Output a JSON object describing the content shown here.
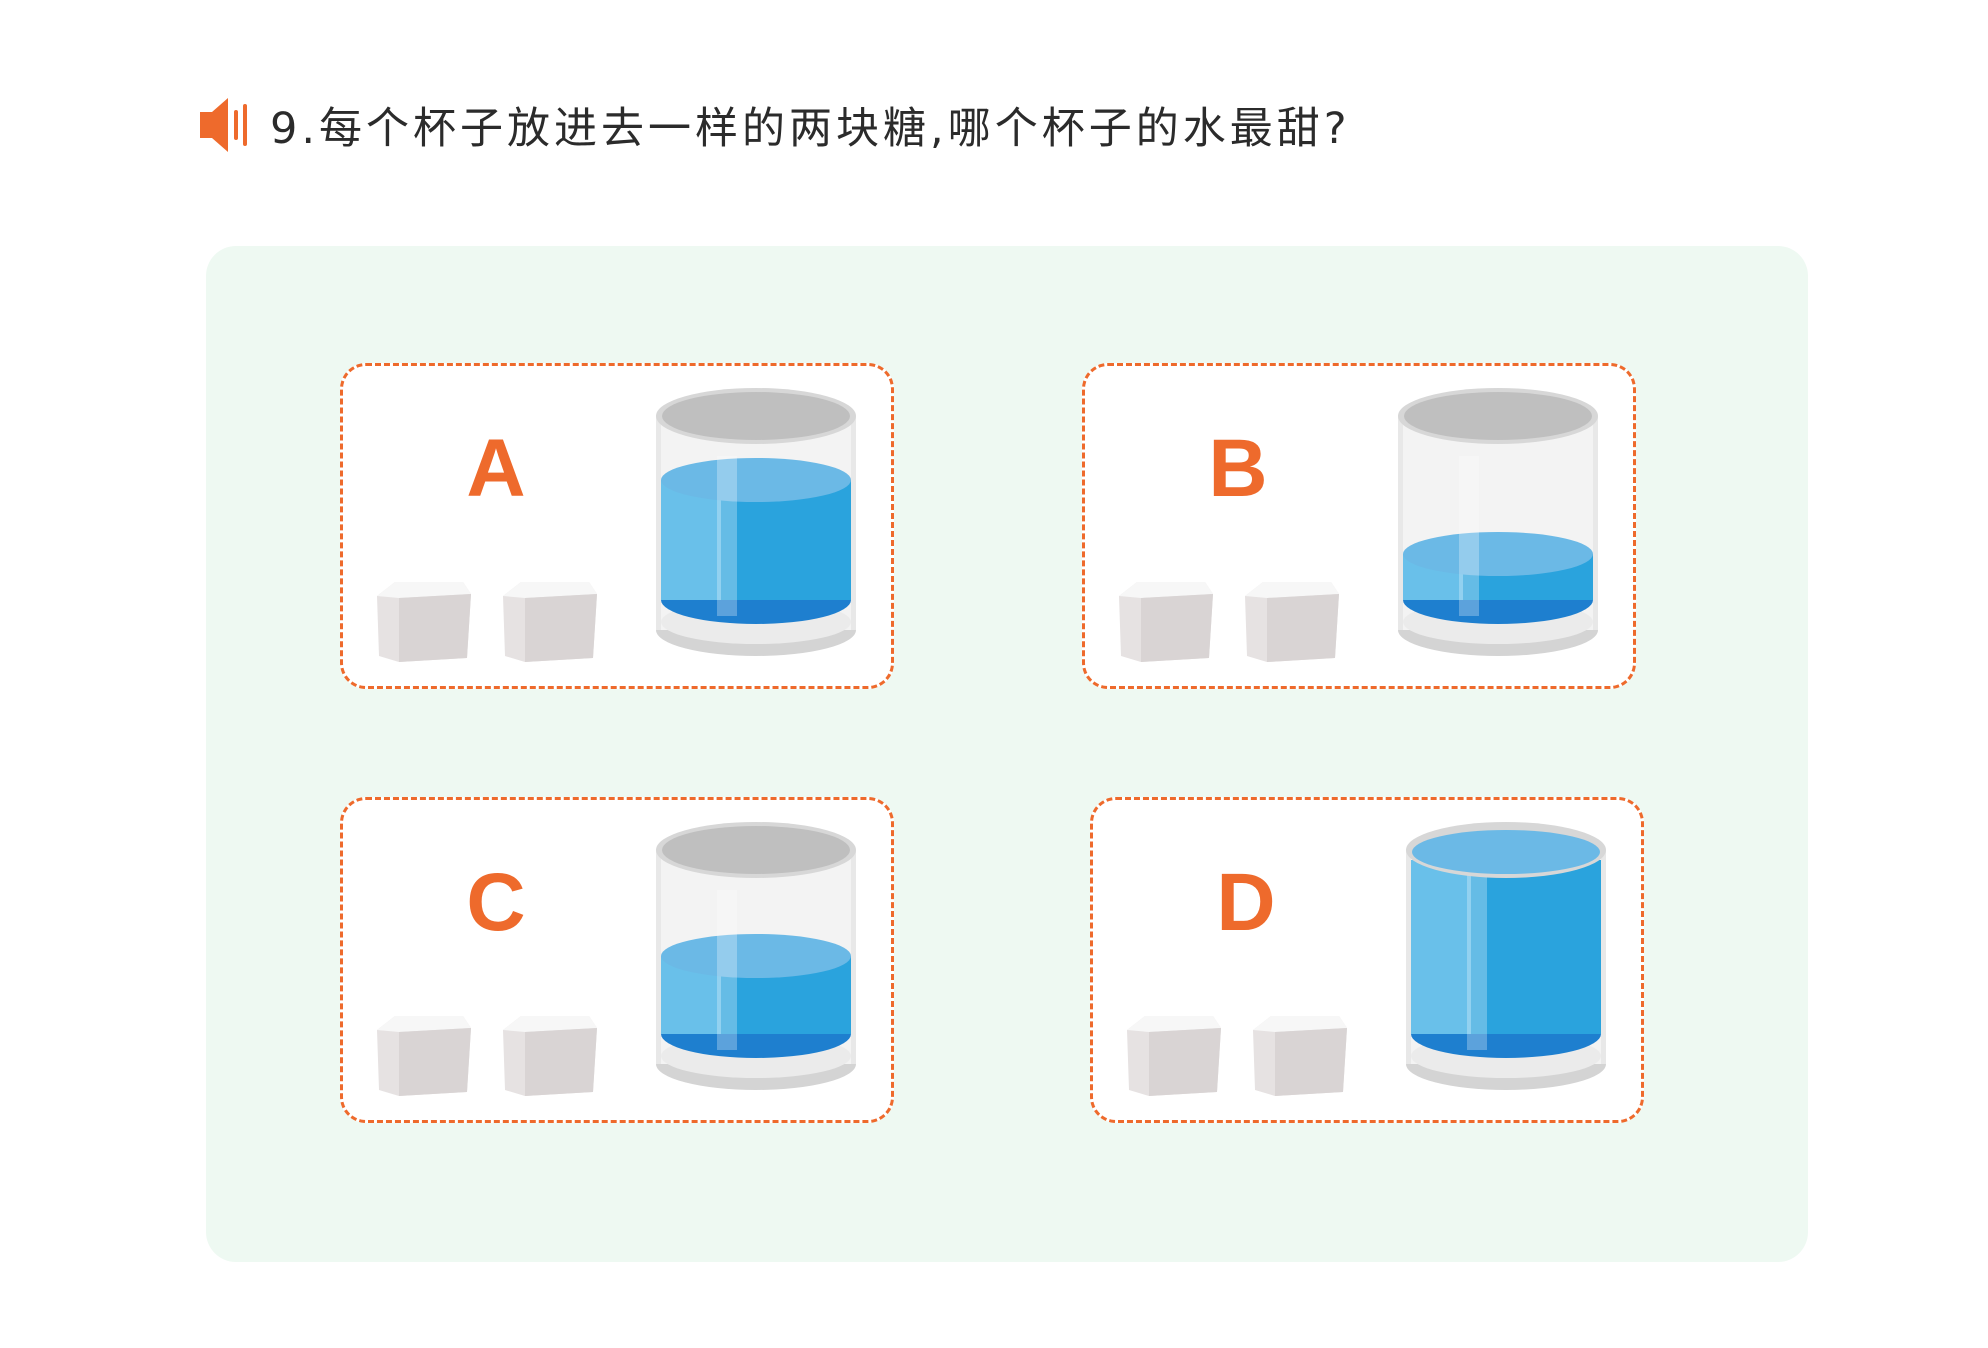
{
  "question": {
    "text": "9.每个杯子放进去一样的两块糖,哪个杯子的水最甜?",
    "speaker_icon": "speaker-icon",
    "accent_color": "#ee6a2c"
  },
  "options": [
    {
      "label": "A",
      "sugar_cubes": 2,
      "water_level": 0.6
    },
    {
      "label": "B",
      "sugar_cubes": 2,
      "water_level": 0.35
    },
    {
      "label": "C",
      "sugar_cubes": 2,
      "water_level": 0.45
    },
    {
      "label": "D",
      "sugar_cubes": 2,
      "water_level": 0.95
    }
  ],
  "colors": {
    "panel_background": "#eef9f2",
    "card_border": "#ee6a2c",
    "water": "#2aa3dd",
    "glass": "#cfcfcf"
  }
}
